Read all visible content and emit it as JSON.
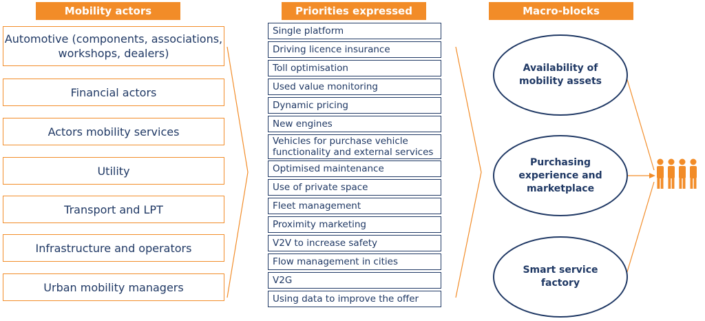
{
  "headers": {
    "actors": "Mobility actors",
    "priorities": "Priorities expressed",
    "macro": "Macro-blocks"
  },
  "actors": [
    "Automotive (components, associations, workshops, dealers)",
    "Financial actors",
    "Actors mobility services",
    "Utility",
    "Transport and LPT",
    "Infrastructure and operators",
    "Urban mobility managers"
  ],
  "priorities": [
    "Single platform",
    "Driving licence insurance",
    "Toll optimisation",
    "Used value monitoring",
    "Dynamic pricing",
    "New engines",
    "Vehicles for purchase vehicle functionality and external services",
    "Optimised maintenance",
    "Use of private space",
    "Fleet management",
    "Proximity marketing",
    "V2V to increase safety",
    "Flow management in cities",
    "V2G",
    "Using data to improve the offer"
  ],
  "macro_blocks": [
    "Availability of mobility assets",
    "Purchasing experience and marketplace",
    "Smart service factory"
  ],
  "colors": {
    "accent": "#f28c28",
    "navy": "#1f3864"
  },
  "icons": {
    "users": "people-group-icon"
  }
}
